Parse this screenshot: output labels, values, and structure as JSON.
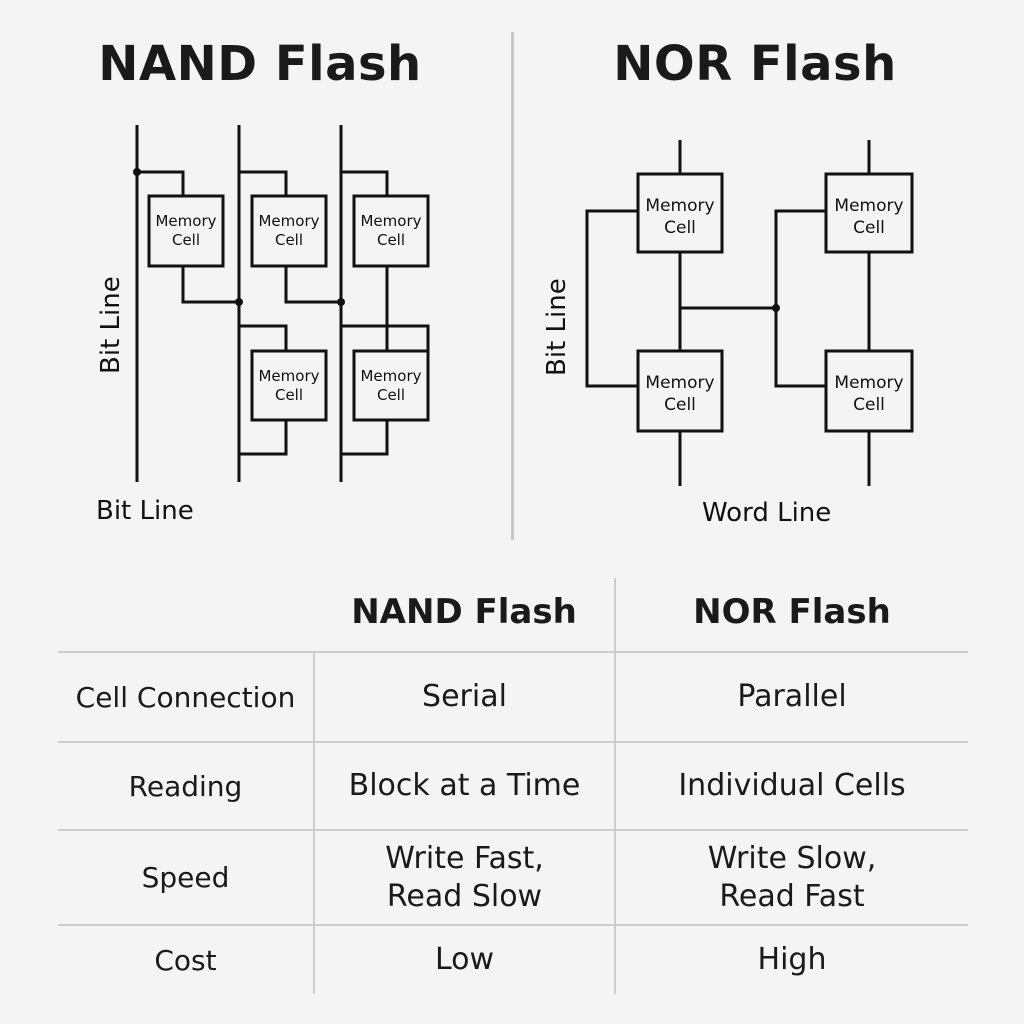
{
  "nand": {
    "title": "NAND Flash",
    "cell_label_line1": "Memory",
    "cell_label_line2": "Cell",
    "side_label": "Bit Line",
    "bottom_label": "Bit Line"
  },
  "nor": {
    "title": "NOR Flash",
    "cell_label_line1": "Memory",
    "cell_label_line2": "Cell",
    "side_label": "Bit Line",
    "bottom_label": "Word Line"
  },
  "table": {
    "headers": [
      "",
      "NAND Flash",
      "NOR Flash"
    ],
    "rows": [
      {
        "label": "Cell Connection",
        "nand": "Serial",
        "nor": "Parallel"
      },
      {
        "label": "Reading",
        "nand": "Block at a Time",
        "nor": "Individual Cells"
      },
      {
        "label": "Speed",
        "nand": "Write Fast,\nRead Slow",
        "nor": "Write Slow,\nRead Fast"
      },
      {
        "label": "Cost",
        "nand": "Low",
        "nor": "High"
      }
    ]
  }
}
